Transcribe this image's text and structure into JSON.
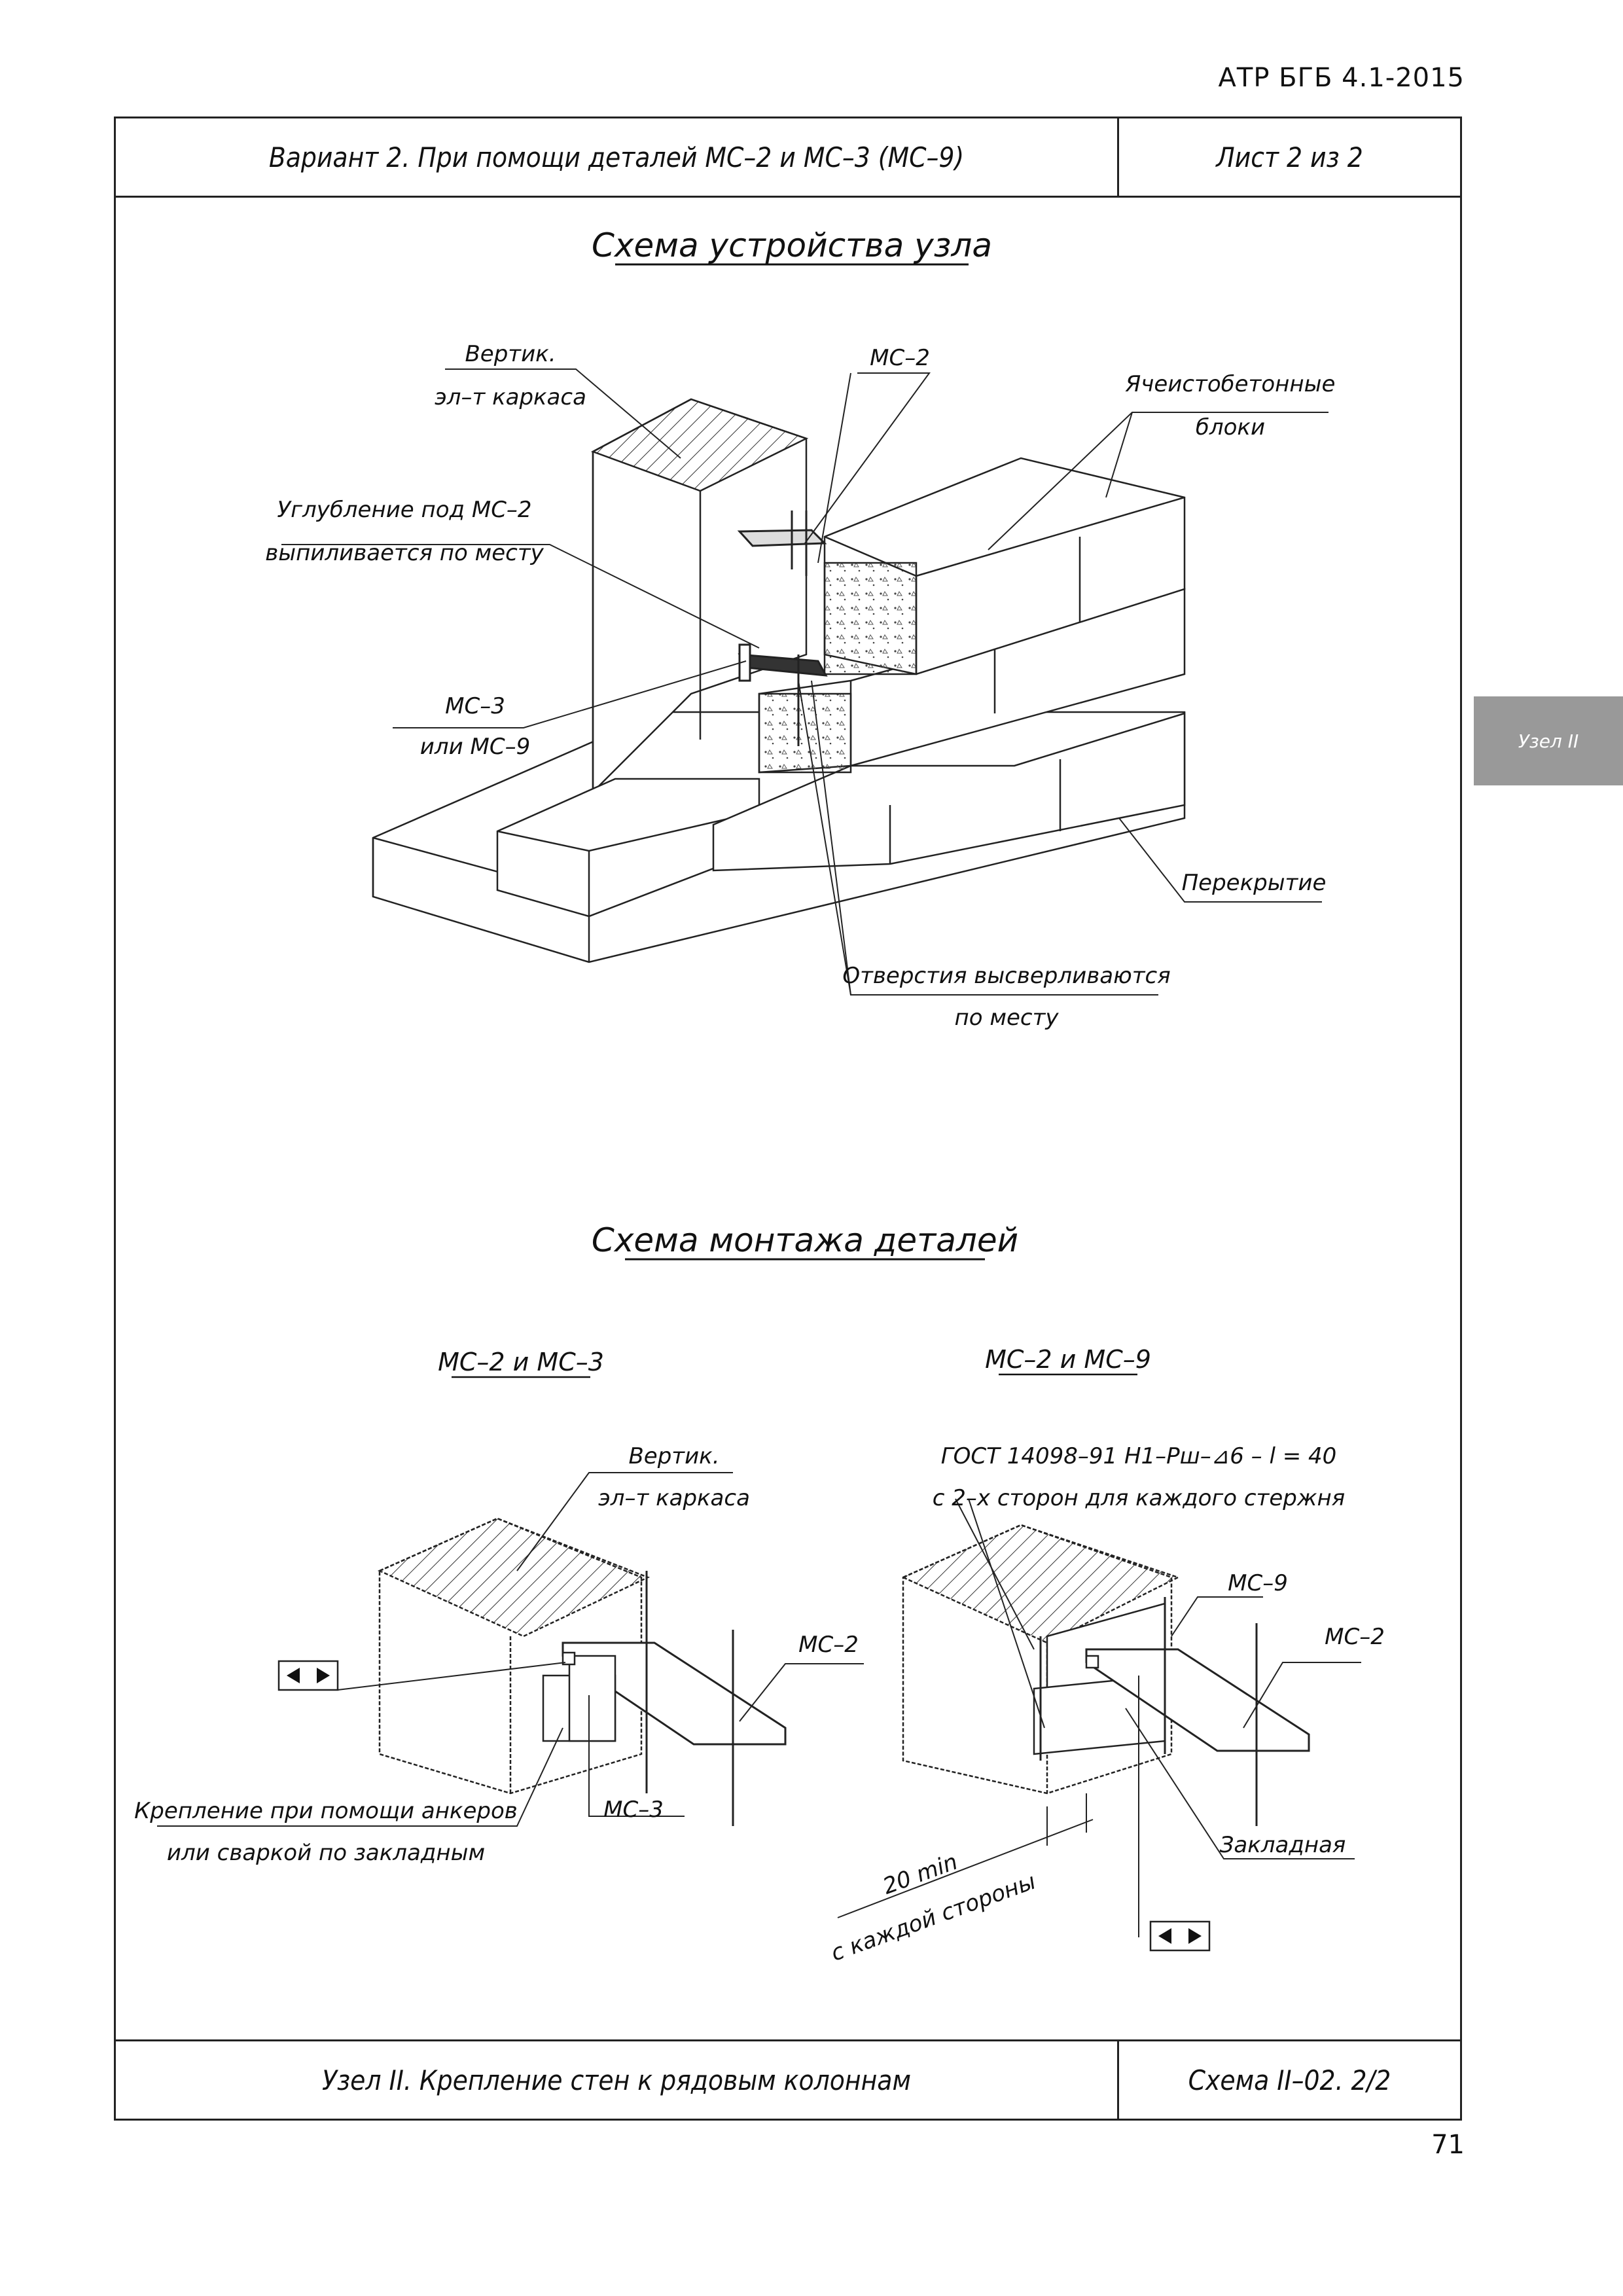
{
  "document_code": "АТР БГБ 4.1-2015",
  "header": {
    "title": "Вариант 2. При помощи деталей МС–2 и МС–3 (МС–9)",
    "sheet": "Лист 2 из 2"
  },
  "side_tab": "Узел II",
  "scheme1": {
    "title": "Схема устройства узла",
    "label_vertical_1": "Вертик.",
    "label_vertical_2": "эл–т каркаса",
    "label_ms2": "МС–2",
    "label_blocks_1": "Ячеистобетонные",
    "label_blocks_2": "блоки",
    "label_recess_1": "Углубление под МС–2",
    "label_recess_2": "выпиливается по месту",
    "label_ms3_1": "МС–3",
    "label_ms3_2": "или МС–9",
    "label_slab": "Перекрытие",
    "label_holes_1": "Отверстия высверливаются",
    "label_holes_2": "по месту"
  },
  "scheme2": {
    "title": "Схема монтажа деталей",
    "left_subtitle": "МС–2 и МС–3",
    "right_subtitle": "МС–2 и МС–9",
    "left_vertical_1": "Вертик.",
    "left_vertical_2": "эл–т каркаса",
    "left_ms2": "МС–2",
    "left_ms3": "МС–3",
    "left_fix_1": "Крепление при помощи анкеров",
    "left_fix_2": "или сваркой по закладным",
    "weld_1": "ГОСТ 14098–91 Н1–Рш–⊿6 – l = 40",
    "weld_2": "с 2–х сторон для каждого стержня",
    "right_ms9": "МС–9",
    "right_ms2": "МС–2",
    "right_embedded": "Закладная",
    "dim_1": "20 min",
    "dim_2": "с каждой стороны"
  },
  "footer": {
    "title": "Узел II. Крепление стен к рядовым колоннам",
    "scheme": "Схема II–02. 2/2"
  },
  "page_number": "71"
}
